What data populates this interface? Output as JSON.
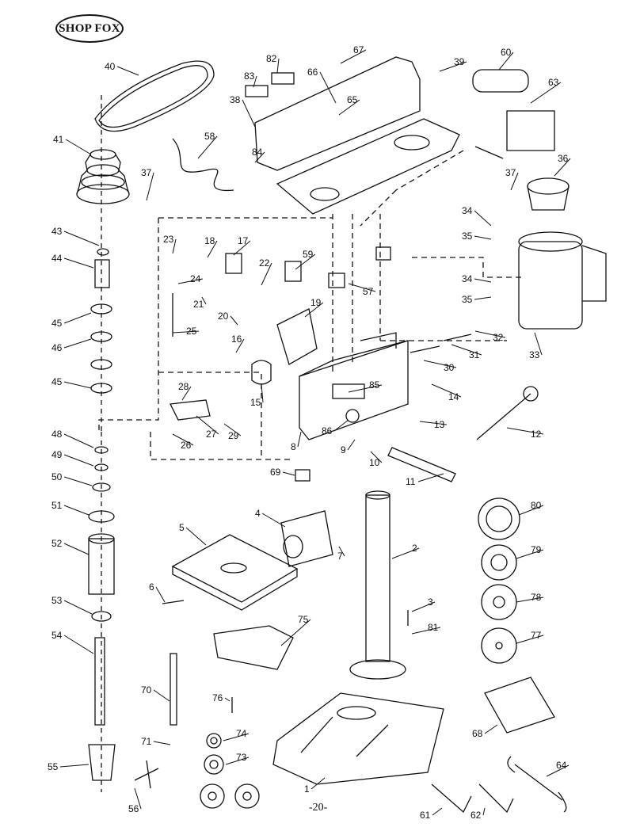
{
  "logo": {
    "text": "SHOP FOX"
  },
  "page_number": "-20-",
  "callouts": [
    "1",
    "2",
    "3",
    "4",
    "5",
    "6",
    "7",
    "8",
    "9",
    "10",
    "11",
    "12",
    "13",
    "14",
    "15",
    "16",
    "17",
    "18",
    "19",
    "20",
    "21",
    "22",
    "23",
    "24",
    "25",
    "26",
    "27",
    "28",
    "29",
    "30",
    "31",
    "32",
    "33",
    "34",
    "35",
    "36",
    "37",
    "38",
    "39",
    "40",
    "41",
    "43",
    "44",
    "45",
    "46",
    "48",
    "49",
    "50",
    "51",
    "52",
    "53",
    "54",
    "55",
    "56",
    "57",
    "58",
    "59",
    "60",
    "61",
    "62",
    "63",
    "64",
    "65",
    "66",
    "67",
    "68",
    "69",
    "70",
    "71",
    "73",
    "74",
    "75",
    "76",
    "77",
    "78",
    "79",
    "80",
    "81",
    "82",
    "83",
    "84",
    "85",
    "86"
  ],
  "labels": [
    {
      "id": "p40",
      "text": "40"
    },
    {
      "id": "p41",
      "text": "41"
    },
    {
      "id": "p37a",
      "text": "37"
    },
    {
      "id": "p43",
      "text": "43"
    },
    {
      "id": "p44",
      "text": "44"
    },
    {
      "id": "p45a",
      "text": "45"
    },
    {
      "id": "p46",
      "text": "46"
    },
    {
      "id": "p45b",
      "text": "45"
    },
    {
      "id": "p48",
      "text": "48"
    },
    {
      "id": "p49",
      "text": "49"
    },
    {
      "id": "p50",
      "text": "50"
    },
    {
      "id": "p51",
      "text": "51"
    },
    {
      "id": "p52",
      "text": "52"
    },
    {
      "id": "p53",
      "text": "53"
    },
    {
      "id": "p54",
      "text": "54"
    },
    {
      "id": "p55",
      "text": "55"
    },
    {
      "id": "p56",
      "text": "56"
    },
    {
      "id": "p58",
      "text": "58"
    },
    {
      "id": "p38",
      "text": "38"
    },
    {
      "id": "p84",
      "text": "84"
    },
    {
      "id": "p83",
      "text": "83"
    },
    {
      "id": "p82",
      "text": "82"
    },
    {
      "id": "p66",
      "text": "66"
    },
    {
      "id": "p67",
      "text": "67"
    },
    {
      "id": "p65",
      "text": "65"
    },
    {
      "id": "p39",
      "text": "39"
    },
    {
      "id": "p60",
      "text": "60"
    },
    {
      "id": "p63",
      "text": "63"
    },
    {
      "id": "p37b",
      "text": "37"
    },
    {
      "id": "p36",
      "text": "36"
    },
    {
      "id": "p34a",
      "text": "34"
    },
    {
      "id": "p35a",
      "text": "35"
    },
    {
      "id": "p34b",
      "text": "34"
    },
    {
      "id": "p35b",
      "text": "35"
    },
    {
      "id": "p33",
      "text": "33"
    },
    {
      "id": "p32",
      "text": "32"
    },
    {
      "id": "p31",
      "text": "31"
    },
    {
      "id": "p30",
      "text": "30"
    },
    {
      "id": "p14",
      "text": "14"
    },
    {
      "id": "p13",
      "text": "13"
    },
    {
      "id": "p12",
      "text": "12"
    },
    {
      "id": "p11",
      "text": "11"
    },
    {
      "id": "p10",
      "text": "10"
    },
    {
      "id": "p9",
      "text": "9"
    },
    {
      "id": "p8",
      "text": "8"
    },
    {
      "id": "p86",
      "text": "86"
    },
    {
      "id": "p85",
      "text": "85"
    },
    {
      "id": "p23",
      "text": "23"
    },
    {
      "id": "p18",
      "text": "18"
    },
    {
      "id": "p17",
      "text": "17"
    },
    {
      "id": "p22",
      "text": "22"
    },
    {
      "id": "p59",
      "text": "59"
    },
    {
      "id": "p57",
      "text": "57"
    },
    {
      "id": "p24",
      "text": "24"
    },
    {
      "id": "p21",
      "text": "21"
    },
    {
      "id": "p19",
      "text": "19"
    },
    {
      "id": "p20",
      "text": "20"
    },
    {
      "id": "p25",
      "text": "25"
    },
    {
      "id": "p16",
      "text": "16"
    },
    {
      "id": "p15",
      "text": "15"
    },
    {
      "id": "p28",
      "text": "28"
    },
    {
      "id": "p27",
      "text": "27"
    },
    {
      "id": "p29",
      "text": "29"
    },
    {
      "id": "p26",
      "text": "26"
    },
    {
      "id": "p69",
      "text": "69"
    },
    {
      "id": "p4",
      "text": "4"
    },
    {
      "id": "p7",
      "text": "7"
    },
    {
      "id": "p5",
      "text": "5"
    },
    {
      "id": "p6",
      "text": "6"
    },
    {
      "id": "p2",
      "text": "2"
    },
    {
      "id": "p3",
      "text": "3"
    },
    {
      "id": "p81",
      "text": "81"
    },
    {
      "id": "p75",
      "text": "75"
    },
    {
      "id": "p70",
      "text": "70"
    },
    {
      "id": "p76",
      "text": "76"
    },
    {
      "id": "p71",
      "text": "71"
    },
    {
      "id": "p74",
      "text": "74"
    },
    {
      "id": "p73",
      "text": "73"
    },
    {
      "id": "p80",
      "text": "80"
    },
    {
      "id": "p79",
      "text": "79"
    },
    {
      "id": "p78",
      "text": "78"
    },
    {
      "id": "p77",
      "text": "77"
    },
    {
      "id": "p68",
      "text": "68"
    },
    {
      "id": "p64",
      "text": "64"
    },
    {
      "id": "p61",
      "text": "61"
    },
    {
      "id": "p62",
      "text": "62"
    },
    {
      "id": "p1",
      "text": "1"
    }
  ],
  "style": {
    "ink": "#111111",
    "paper": "#ffffff"
  }
}
